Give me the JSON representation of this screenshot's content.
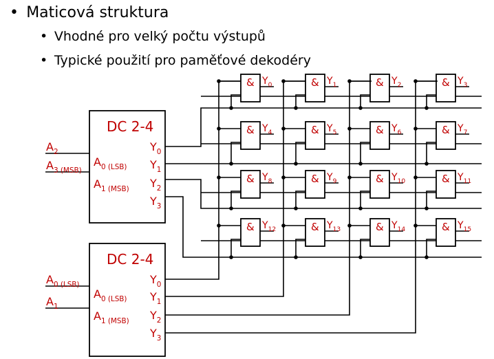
{
  "bullets": {
    "main": "Maticová struktura",
    "sub1": "Vhodné pro velký počtu výstupů",
    "sub2": "Typické použití pro paměťové dekodéry"
  },
  "decoders": [
    {
      "title": "DC 2-4",
      "ext_inputs": [
        {
          "main": "A",
          "sub": "2",
          "suffix": ""
        },
        {
          "main": "A",
          "sub": "3 (MSB)",
          "suffix": ""
        }
      ],
      "inputs": [
        {
          "main": "A",
          "sub": "0 (LSB)"
        },
        {
          "main": "A",
          "sub": "1 (MSB)"
        }
      ],
      "outputs": [
        {
          "main": "Y",
          "sub": "0"
        },
        {
          "main": "Y",
          "sub": "1"
        },
        {
          "main": "Y",
          "sub": "2"
        },
        {
          "main": "Y",
          "sub": "3"
        }
      ]
    },
    {
      "title": "DC 2-4",
      "ext_inputs": [
        {
          "main": "A",
          "sub": "0 (LSB)",
          "suffix": ""
        },
        {
          "main": "A",
          "sub": "1",
          "suffix": ""
        }
      ],
      "inputs": [
        {
          "main": "A",
          "sub": "0 (LSB)"
        },
        {
          "main": "A",
          "sub": "1 (MSB)"
        }
      ],
      "outputs": [
        {
          "main": "Y",
          "sub": "0"
        },
        {
          "main": "Y",
          "sub": "1"
        },
        {
          "main": "Y",
          "sub": "2"
        },
        {
          "main": "Y",
          "sub": "3"
        }
      ]
    }
  ],
  "gate_symbol": "&",
  "gate_outputs": [
    {
      "main": "Y",
      "sub": "0"
    },
    {
      "main": "Y",
      "sub": "1"
    },
    {
      "main": "Y",
      "sub": "2"
    },
    {
      "main": "Y",
      "sub": "3"
    },
    {
      "main": "Y",
      "sub": "4"
    },
    {
      "main": "Y",
      "sub": "5"
    },
    {
      "main": "Y",
      "sub": "6"
    },
    {
      "main": "Y",
      "sub": "7"
    },
    {
      "main": "Y",
      "sub": "8"
    },
    {
      "main": "Y",
      "sub": "9"
    },
    {
      "main": "Y",
      "sub": "10"
    },
    {
      "main": "Y",
      "sub": "11"
    },
    {
      "main": "Y",
      "sub": "12"
    },
    {
      "main": "Y",
      "sub": "13"
    },
    {
      "main": "Y",
      "sub": "14"
    },
    {
      "main": "Y",
      "sub": "15"
    }
  ],
  "colors": {
    "label": "#c00000",
    "wire": "#000000",
    "text": "#000000"
  }
}
